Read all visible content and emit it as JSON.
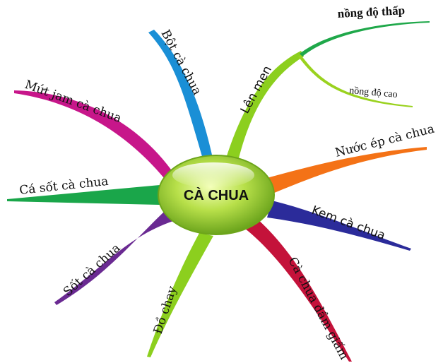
{
  "center": {
    "label": "CÀ CHUA",
    "text_color": "#e8102a"
  },
  "branches": {
    "bot": {
      "label": "Bột cà chua",
      "color": "#1a8fd6"
    },
    "len_men": {
      "label": "Lên men",
      "color": "#8ccf1e",
      "children": {
        "thap": {
          "label": "nồng độ thấp",
          "color": "#1fa84a"
        },
        "cao": {
          "label": "nồng độ cao",
          "color": "#9ad21f"
        }
      }
    },
    "mut": {
      "label": "Mứt jam cà chua",
      "color": "#c7168a"
    },
    "nuoc_ep": {
      "label": "Nước ép cà chua",
      "color": "#f47216"
    },
    "ca_sot": {
      "label": "Cá sốt cà chua",
      "color": "#1aa64a"
    },
    "kem": {
      "label": "Kem cà chua",
      "color": "#2b2b9a"
    },
    "sot": {
      "label": "Sốt cà chua",
      "color": "#6a2a92"
    },
    "do_chay": {
      "label": "Đồ chay",
      "color": "#8ccf1e"
    },
    "dam_giam": {
      "label": "Cà chua dầm giấm",
      "color": "#c4123a"
    }
  }
}
